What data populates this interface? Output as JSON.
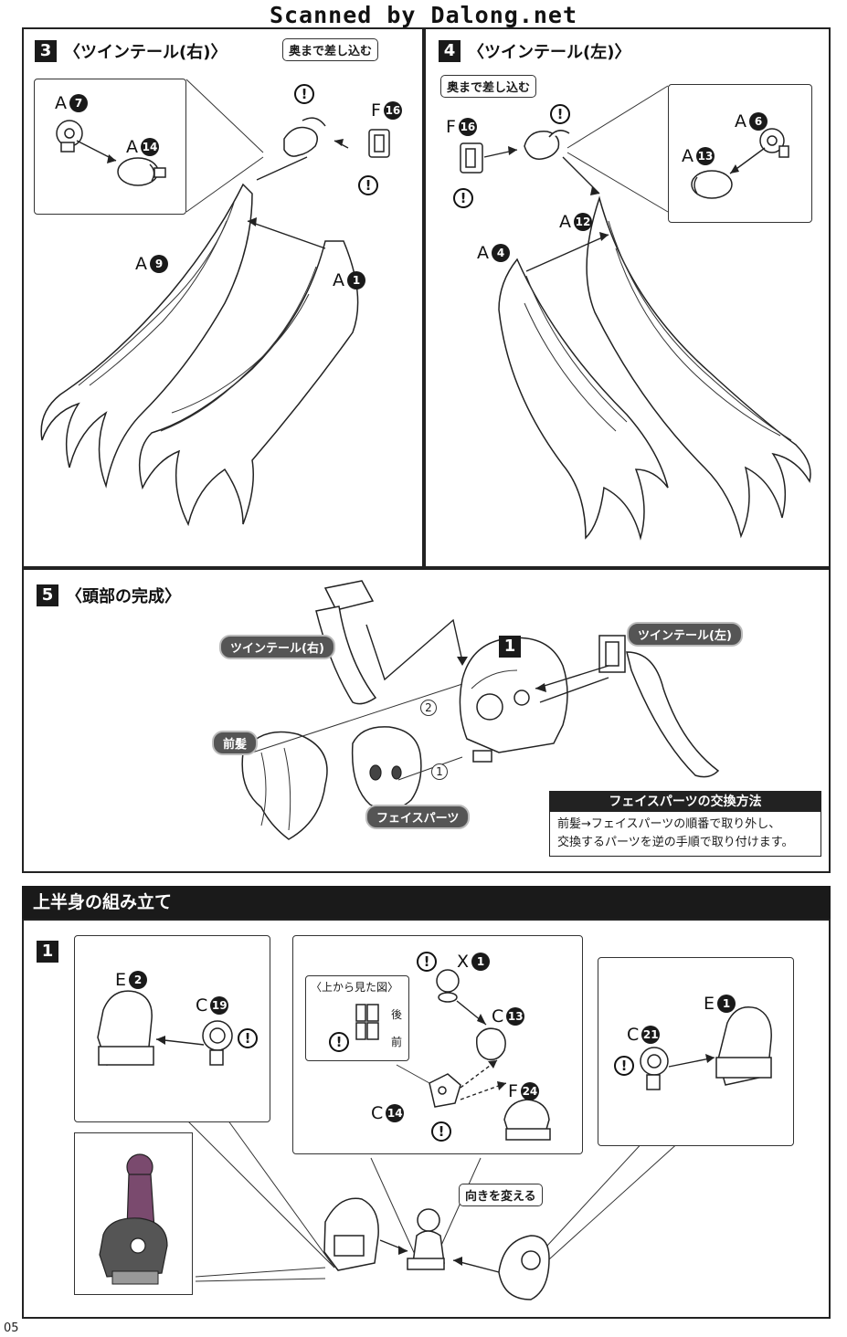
{
  "watermark": "Scanned by Dalong.net",
  "page_number": "05",
  "step3": {
    "number": "3",
    "title": "〈ツインテール(右)〉",
    "callout": "奥まで差し込む",
    "labels": [
      {
        "letter": "A",
        "num": "7"
      },
      {
        "letter": "A",
        "num": "14"
      },
      {
        "letter": "F",
        "num": "16"
      },
      {
        "letter": "A",
        "num": "9"
      },
      {
        "letter": "A",
        "num": "1"
      }
    ]
  },
  "step4": {
    "number": "4",
    "title": "〈ツインテール(左)〉",
    "callout": "奥まで差し込む",
    "labels": [
      {
        "letter": "F",
        "num": "16"
      },
      {
        "letter": "A",
        "num": "6"
      },
      {
        "letter": "A",
        "num": "13"
      },
      {
        "letter": "A",
        "num": "12"
      },
      {
        "letter": "A",
        "num": "4"
      }
    ]
  },
  "step5": {
    "number": "5",
    "title": "〈頭部の完成〉",
    "part_num": "1",
    "pill_right_tail": "ツインテール(右)",
    "pill_left_tail": "ツインテール(左)",
    "pill_bangs": "前髪",
    "pill_face": "フェイスパーツ",
    "order_2": "2",
    "order_1": "1",
    "info_title": "フェイスパーツの交換方法",
    "info_line1": "前髪→フェイスパーツの順番で取り外し、",
    "info_line2": "交換するパーツを逆の手順で取り付けます。"
  },
  "upper": {
    "section_title": "上半身の組み立て",
    "step_number": "1",
    "top_view_label": "〈上から見た図〉",
    "back_label": "後",
    "front_label": "前",
    "rotate_label": "向きを変える",
    "labels": [
      {
        "letter": "E",
        "num": "2"
      },
      {
        "letter": "C",
        "num": "19"
      },
      {
        "letter": "X",
        "num": "1"
      },
      {
        "letter": "C",
        "num": "13"
      },
      {
        "letter": "C",
        "num": "14"
      },
      {
        "letter": "F",
        "num": "24"
      },
      {
        "letter": "E",
        "num": "1"
      },
      {
        "letter": "C",
        "num": "21"
      }
    ]
  },
  "warning_symbol": "!"
}
